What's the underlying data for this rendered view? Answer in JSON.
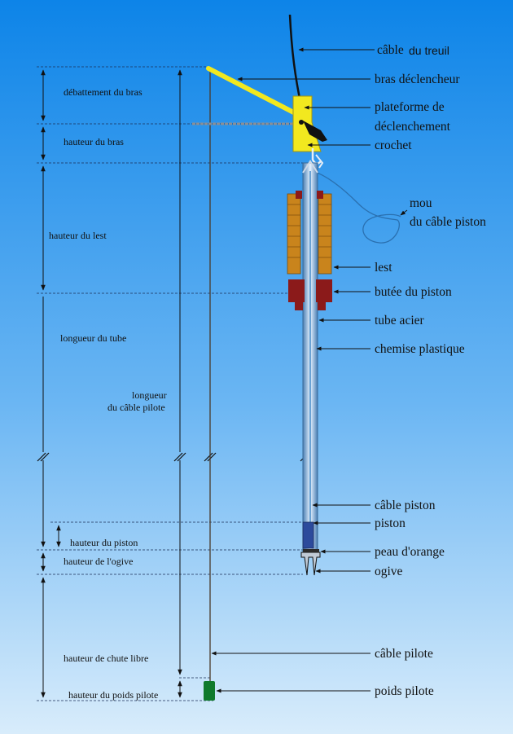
{
  "labels_right": {
    "cable_treuil_a": "câble",
    "cable_treuil_b": "du treuil",
    "bras_declencheur": "bras déclencheur",
    "plateforme_1": "plateforme de",
    "plateforme_2": "déclenchement",
    "crochet": "crochet",
    "mou_1": "mou",
    "mou_2": "du câble piston",
    "lest": "lest",
    "butee": "butée du piston",
    "tube_acier": "tube acier",
    "chemise": "chemise plastique",
    "cable_piston": "câble piston",
    "piston": "piston",
    "peau_orange": "peau d'orange",
    "ogive": "ogive",
    "cable_pilote": "câble pilote",
    "poids_pilote": "poids pilote"
  },
  "labels_left": {
    "debattement": "débattement du bras",
    "hauteur_bras": "hauteur du bras",
    "hauteur_lest": "hauteur du lest",
    "longueur_tube": "longueur du tube",
    "longueur_cable_1": "longueur",
    "longueur_cable_2": "du câble pilote",
    "hauteur_piston": "hauteur du piston",
    "hauteur_ogive": "hauteur de l'ogive",
    "chute_libre": "hauteur de chute libre",
    "hauteur_poids": "hauteur du poids pilote"
  },
  "colors": {
    "bg_top": "#0d84e8",
    "bg_bottom": "#d8ecfb",
    "arm": "#f2e81f",
    "lest_fill": "#c9841c",
    "butee_fill": "#8b1a1a",
    "poids": "#0f7a2c"
  }
}
